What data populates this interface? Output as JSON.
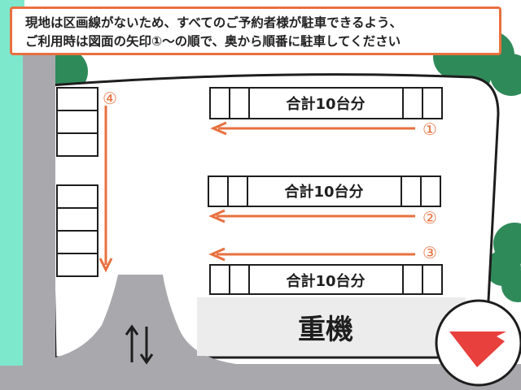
{
  "notice": {
    "line1": "現地は区画線がないため、すべてのご予約者様が駐車できるよう、",
    "line2": "ご利用時は図面の矢印①～の順で、奥から順番に駐車してください"
  },
  "parking_blocks": [
    {
      "label": "合計10台分"
    },
    {
      "label": "合計10台分"
    },
    {
      "label": "合計10台分"
    }
  ],
  "steps": [
    "①",
    "②",
    "③",
    "④"
  ],
  "heavy_machinery": {
    "label": "重機"
  },
  "two_way_icon": "up-down-arrows-icon",
  "direction_icon": "red-arrow-pointer-icon",
  "colors": {
    "arrow": "#e8703f",
    "road": "#a9a9ad",
    "mint_strip": "#7ee8cd",
    "trees": "#2f8a5a",
    "machine_area": "#ececec",
    "pointer_red": "#e8403d"
  }
}
